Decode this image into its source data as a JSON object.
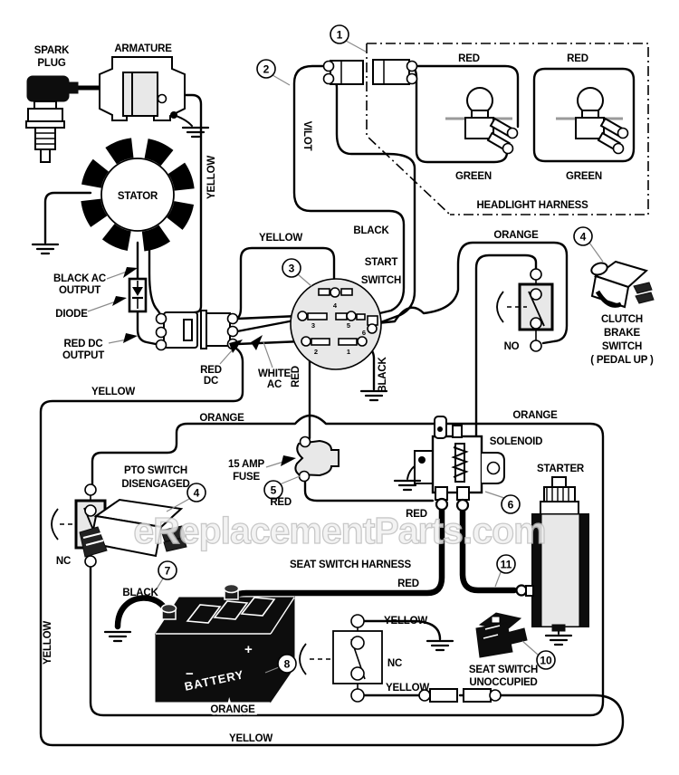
{
  "watermark": "eReplacementParts.com",
  "labels": {
    "spark_plug_1": "SPARK",
    "spark_plug_2": "PLUG",
    "armature": "ARMATURE",
    "stator": "STATOR",
    "yellow_armature": "YELLOW",
    "vilot": "VILOT",
    "black_ac_1": "BLACK AC",
    "black_ac_2": "OUTPUT",
    "diode": "DIODE",
    "red_dc_out_1": "RED DC",
    "red_dc_out_2": "OUTPUT",
    "red_dc_1": "RED",
    "red_dc_2": "DC",
    "white_ac_1": "WHITE",
    "white_ac_2": "AC",
    "red_vert": "RED",
    "black_vert": "BLACK",
    "yellow_switch": "YELLOW",
    "black_top": "BLACK",
    "start_switch_1": "START",
    "start_switch_2": "SWITCH",
    "headlight_red_1": "RED",
    "headlight_red_2": "RED",
    "headlight_green_1": "GREEN",
    "headlight_green_2": "GREEN",
    "headlight_harness": "HEADLIGHT HARNESS",
    "orange_clutch": "ORANGE",
    "no": "NO",
    "clutch_1": "CLUTCH",
    "clutch_2": "BRAKE",
    "clutch_3": "SWITCH",
    "clutch_4": "( PEDAL UP )",
    "orange_solenoid": "ORANGE",
    "yellow_left": "YELLOW",
    "orange_left": "ORANGE",
    "pto_1": "PTO SWITCH",
    "pto_2": "DISENGAGED",
    "amp_1": "15 AMP",
    "amp_2": "FUSE",
    "red_fuse": "RED",
    "solenoid": "SOLENOID",
    "starter": "STARTER",
    "red_solenoid": "RED",
    "red_harness": "RED",
    "seat_harness": "SEAT SWITCH HARNESS",
    "nc_pto": "NC",
    "yellow_edge": "YELLOW",
    "black_battery": "BLACK",
    "battery": "BATTERY",
    "plus": "+",
    "minus": "−",
    "yellow_seat_top": "YELLOW",
    "nc_seat": "NC",
    "yellow_seat_bottom": "YELLOW",
    "seat_unocc_1": "SEAT SWITCH",
    "seat_unocc_2": "UNOCCUPIED",
    "orange_bottom": "ORANGE",
    "yellow_bottom": "YELLOW"
  },
  "terminals": {
    "t1": "1",
    "t2": "2",
    "t3": "3",
    "t4": "4",
    "t5": "5",
    "t6": "6"
  },
  "callouts": {
    "c1": "1",
    "c2": "2",
    "c3": "3",
    "c4_clutch": "4",
    "c4_pto": "4",
    "c5": "5",
    "c6": "6",
    "c7": "7",
    "c8": "8",
    "c10": "10",
    "c11": "11"
  }
}
